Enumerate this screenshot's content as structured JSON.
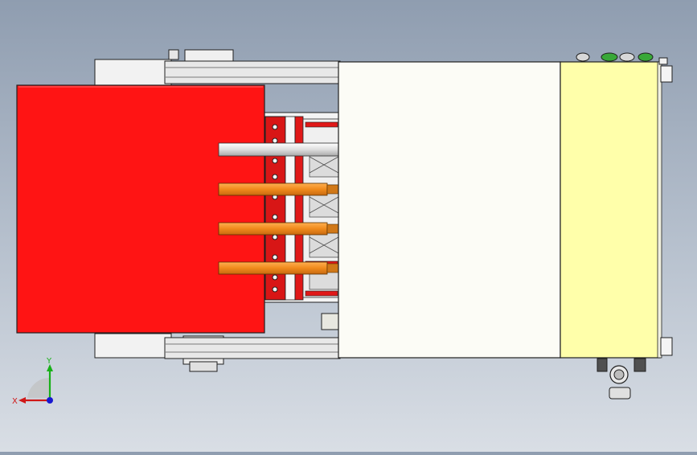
{
  "viewport": {
    "background_top": "#8f9db0",
    "background_bottom": "#d9dee5",
    "view_type": "3D CAD model view (top)"
  },
  "model": {
    "colors": {
      "red_cover": "#ff1414",
      "red_dark": "#c81010",
      "white_housing": "#fcfcf6",
      "yellow_box": "#ffffaa",
      "frame_grey": "#e6e6e6",
      "edge": "#202020",
      "orange_rod": "#f59020",
      "silver_rod": "#e0e0e0",
      "green_connector": "#38a838"
    },
    "rods": [
      {
        "material": "silver"
      },
      {
        "material": "orange"
      },
      {
        "material": "orange"
      },
      {
        "material": "orange"
      }
    ]
  },
  "triad": {
    "x_label": "X",
    "y_label": "Y",
    "x_color": "#d01818",
    "y_color": "#18b018",
    "z_color": "#1818d0"
  }
}
